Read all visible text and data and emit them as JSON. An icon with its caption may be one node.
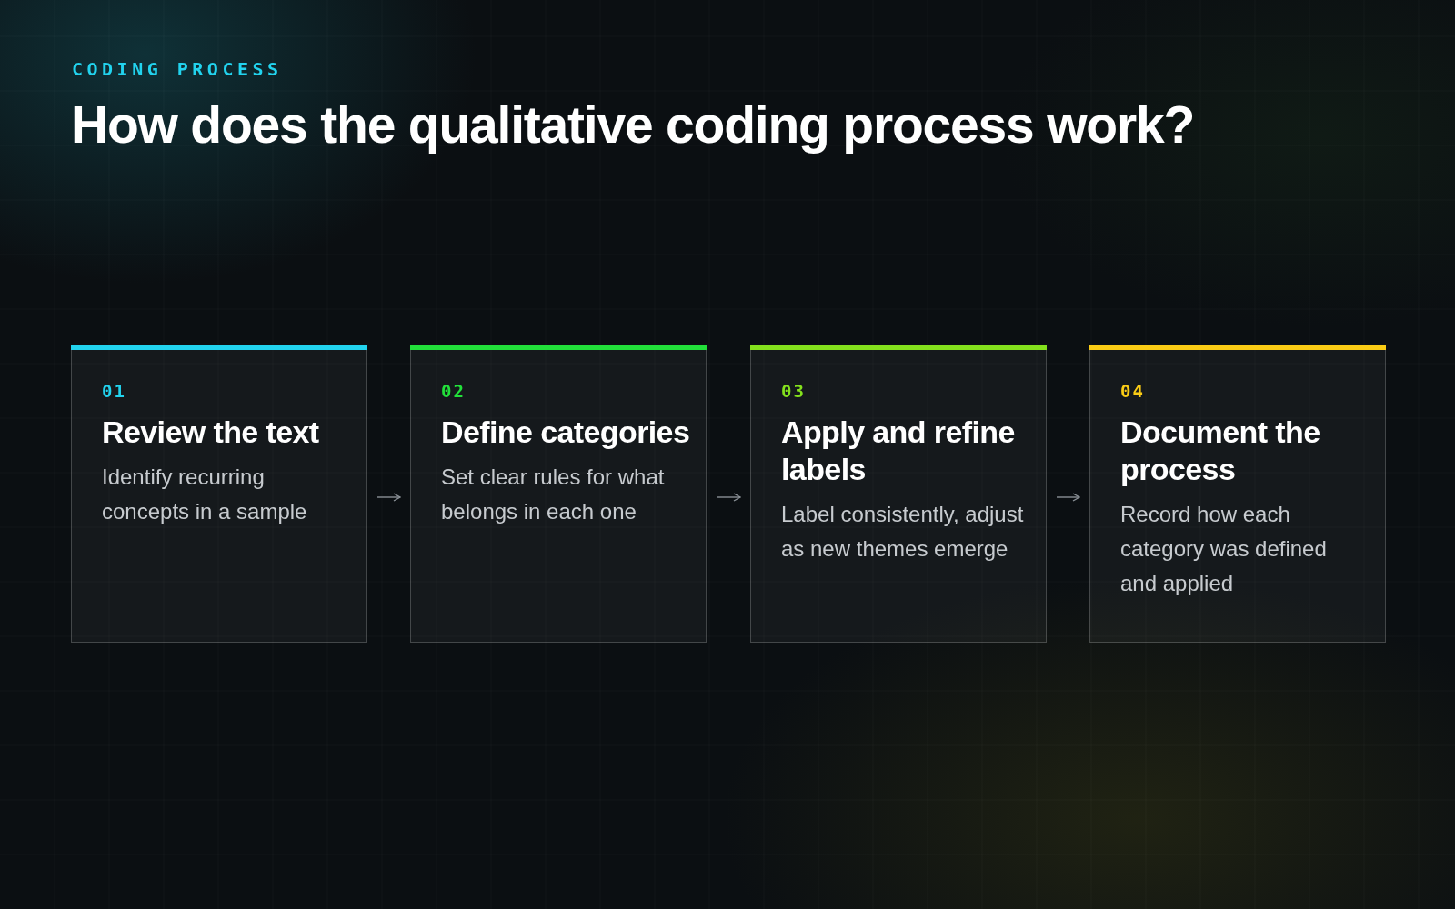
{
  "diagram": {
    "title": "How does the qualitative coding process work?",
    "nodes": [
      {
        "text": [
          "01",
          "Review the text",
          "Identify recurring concepts in a sample"
        ]
      },
      {
        "text": [
          "02",
          "Define categories",
          "Set clear rules for what belongs in each one"
        ]
      },
      {
        "text": [
          "03",
          "Apply and refine labels",
          "Label consistently, adjust as new themes emerge"
        ]
      },
      {
        "text": [
          "04",
          "Document the process",
          "Record how each category was defined and applied"
        ]
      }
    ],
    "edges": [
      {
        "from": 0,
        "to": 1,
        "arrow": "to"
      },
      {
        "from": 1,
        "to": 2,
        "arrow": "to"
      },
      {
        "from": 2,
        "to": 3,
        "arrow": "to"
      }
    ],
    "labels": [
      "CODING PROCESS"
    ]
  }
}
